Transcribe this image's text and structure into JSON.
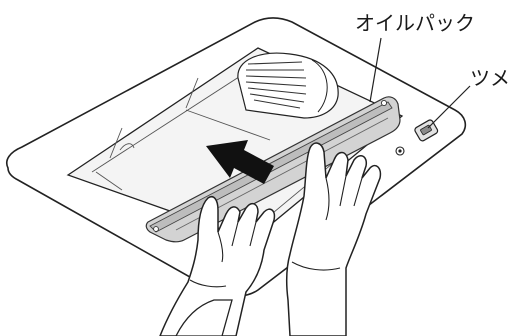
{
  "labels": {
    "oil_pack": "オイルパック",
    "tab": "ツメ"
  },
  "colors": {
    "line": "#222222",
    "panel_fill": "#ffffff",
    "interior_shade": "#f4f4f4",
    "oil_pack_fill": "#d3d3d3",
    "oil_pack_dark": "#a9a9a9",
    "arrow_fill": "#111111",
    "glove_fill": "#ffffff"
  },
  "icons": {
    "direction_arrow": "arrow-up-left",
    "hands": "gloved-hands",
    "tab_latch": "latch"
  }
}
